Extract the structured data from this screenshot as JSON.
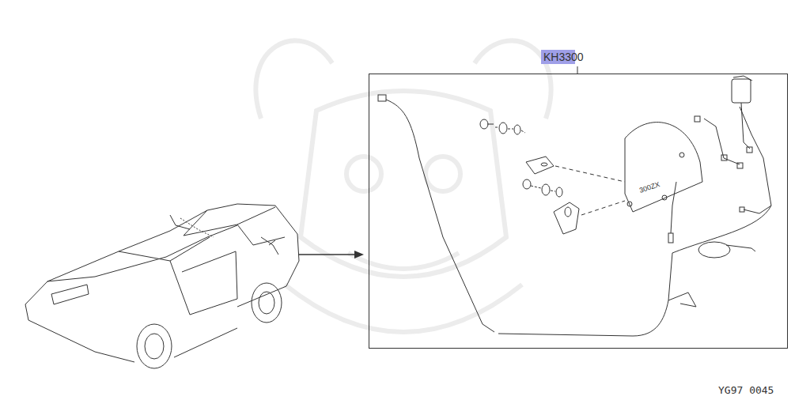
{
  "diagram": {
    "nodes": [
      {
        "text": [
          "KH3300"
        ]
      }
    ],
    "labels": [
      "300ZX",
      "YG97 0045"
    ]
  }
}
